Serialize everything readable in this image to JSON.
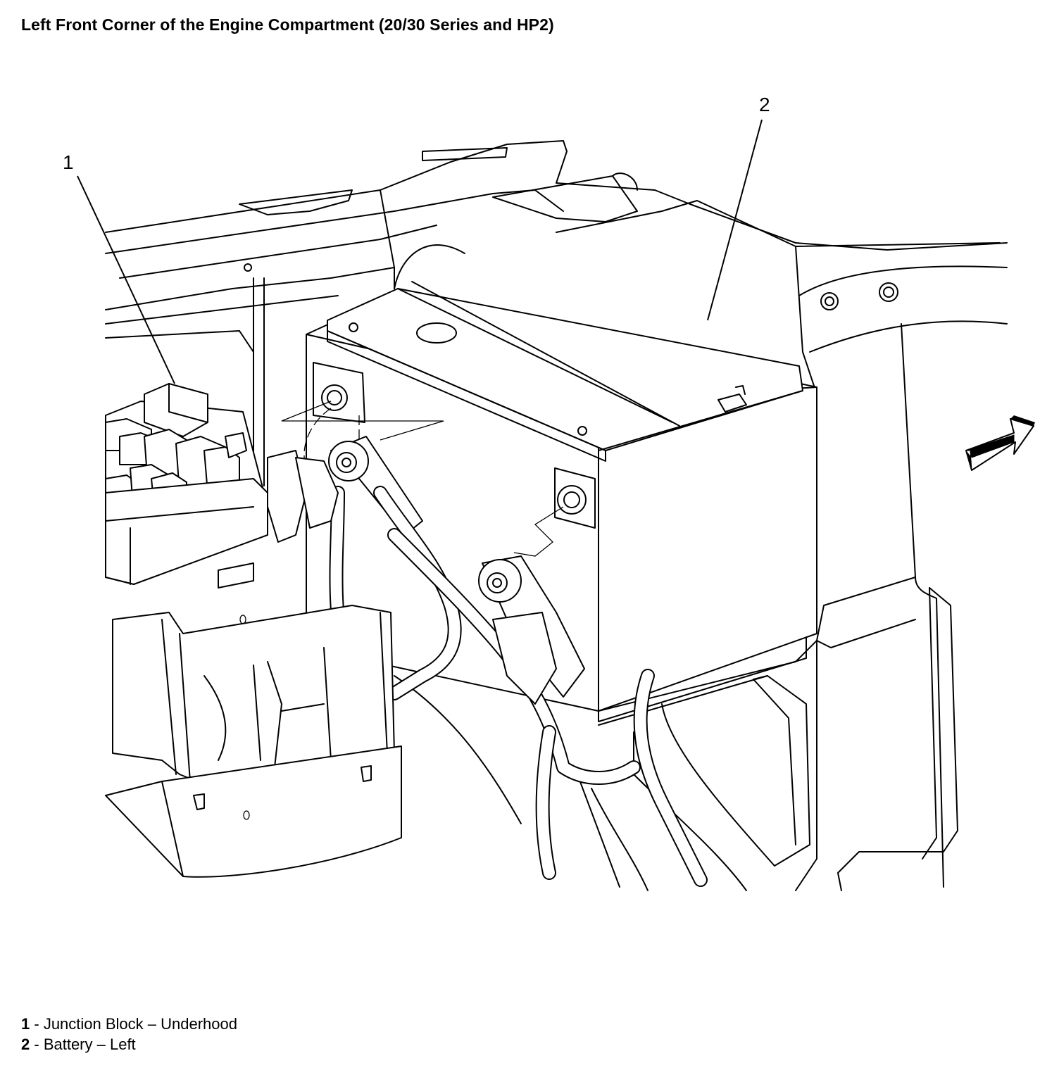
{
  "title": "Left Front Corner of the Engine Compartment (20/30 Series and HP2)",
  "callouts": [
    {
      "number": "1",
      "name": "Junction Block – Underhood"
    },
    {
      "number": "2",
      "name": "Battery – Left"
    }
  ],
  "legend": {
    "separator": " - ",
    "items": [
      {
        "number": "1",
        "label": "Junction Block – Underhood"
      },
      {
        "number": "2",
        "label": "Battery – Left"
      }
    ]
  },
  "icons": {
    "direction_arrow": "front-direction-arrow-icon"
  }
}
